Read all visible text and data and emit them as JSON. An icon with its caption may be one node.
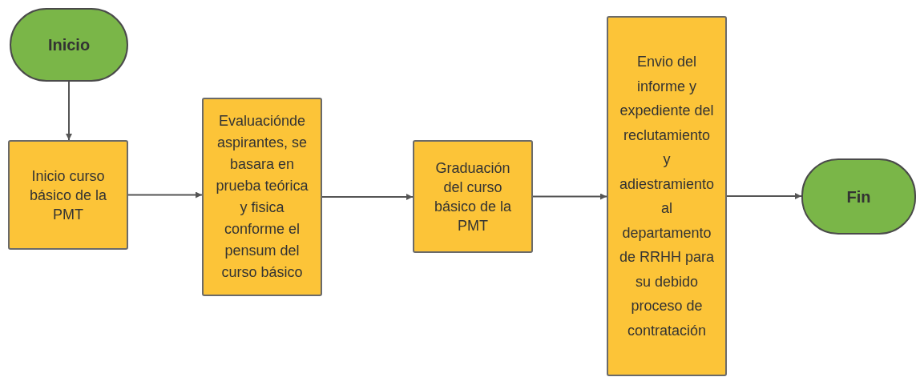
{
  "diagram": {
    "nodes": [
      {
        "text": [
          "Inicio"
        ]
      },
      {
        "text": [
          "Inicio curso básico de la PMT"
        ]
      },
      {
        "text": [
          "Evaluaciónde aspirantes, se basara en prueba teórica y fisica conforme el pensum del curso básico"
        ]
      },
      {
        "text": [
          "Graduación del curso básico de la PMT"
        ]
      },
      {
        "text": [
          "Envio del informe y expediente del reclutamiento y adiestramiento al departamento de RRHH para su debido proceso de contratación"
        ]
      },
      {
        "text": [
          "Fin"
        ]
      }
    ],
    "edges": [
      {
        "from": 0,
        "to": 1,
        "arrow": "to"
      },
      {
        "from": 1,
        "to": 2,
        "arrow": "to"
      },
      {
        "from": 2,
        "to": 3,
        "arrow": "to"
      },
      {
        "from": 3,
        "to": 4,
        "arrow": "to"
      },
      {
        "from": 4,
        "to": 5,
        "arrow": "to"
      }
    ]
  }
}
